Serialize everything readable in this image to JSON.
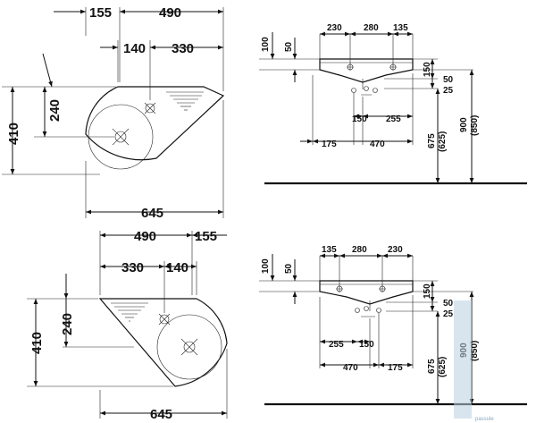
{
  "top_plan": {
    "d155": "155",
    "d490": "490",
    "d140": "140",
    "d330": "330",
    "d240": "240",
    "d410": "410",
    "d645": "645"
  },
  "top_side": {
    "d230": "230",
    "d280": "280",
    "d135": "135",
    "d100": "100",
    "d50": "50",
    "d150v": "150",
    "d50b": "50",
    "d25": "25",
    "d150h": "150",
    "d255": "255",
    "d175": "175",
    "d470": "470",
    "d675": "675",
    "d625": "(625)",
    "d900": "900",
    "d850": "(850)"
  },
  "bottom_plan": {
    "d490": "490",
    "d155": "155",
    "d330": "330",
    "d140": "140",
    "d240": "240",
    "d410": "410",
    "d645": "645"
  },
  "bottom_side": {
    "d135": "135",
    "d280": "280",
    "d230": "230",
    "d100": "100",
    "d50": "50",
    "d150v": "150",
    "d50b": "50",
    "d25": "25",
    "d255": "255",
    "d150h": "150",
    "d470": "470",
    "d175": "175",
    "d675": "675",
    "d625": "(625)",
    "d900": "900",
    "d850": "(850)"
  },
  "watermark": {
    "text": "passule"
  }
}
